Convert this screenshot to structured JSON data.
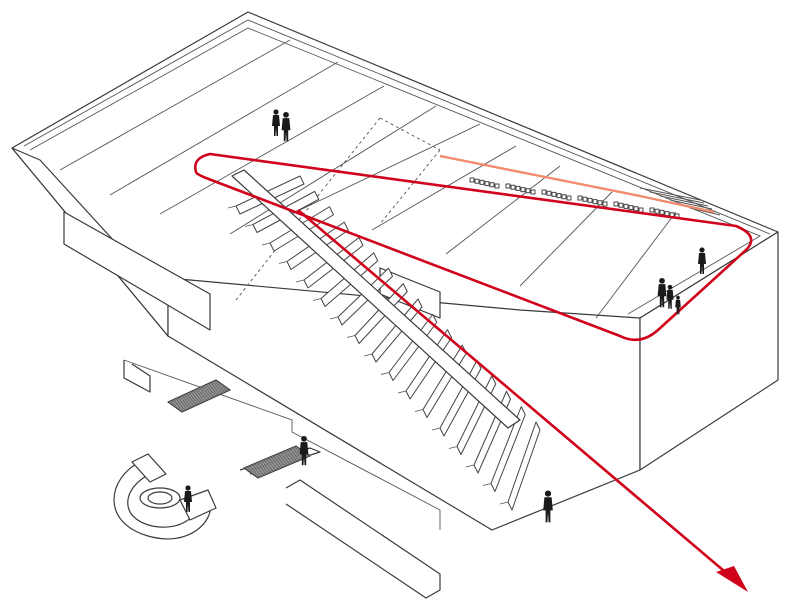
{
  "diagram": {
    "type": "axonometric-building-section",
    "colors": {
      "route": "#d0021b",
      "secondary_route": "#f08a6a",
      "linework": "#3a3a3a",
      "figures": "#1a1a1a",
      "background": "#ffffff"
    },
    "icons": [
      "person-figure",
      "arrowhead"
    ]
  }
}
